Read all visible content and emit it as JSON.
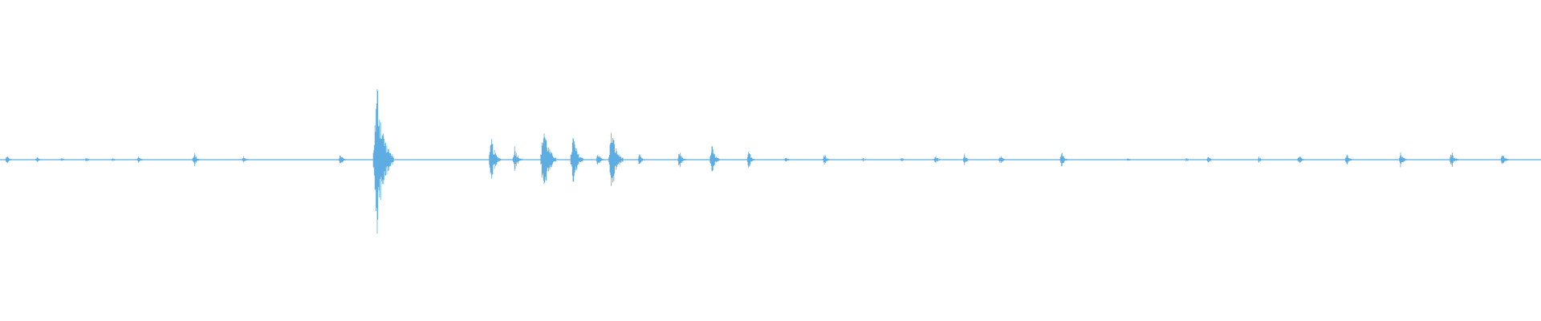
{
  "waveform": {
    "color": "#5dade2",
    "background": "#ffffff",
    "duration_fraction_axis": "0-1",
    "bursts": [
      {
        "t": 0.0045,
        "amp": 0.06
      },
      {
        "t": 0.024,
        "amp": 0.04
      },
      {
        "t": 0.04,
        "amp": 0.025
      },
      {
        "t": 0.056,
        "amp": 0.03
      },
      {
        "t": 0.073,
        "amp": 0.02
      },
      {
        "t": 0.09,
        "amp": 0.05
      },
      {
        "t": 0.126,
        "amp": 0.1
      },
      {
        "t": 0.158,
        "amp": 0.05
      },
      {
        "t": 0.221,
        "amp": 0.08
      },
      {
        "t": 0.245,
        "amp": 1.0
      },
      {
        "t": 0.319,
        "amp": 0.28
      },
      {
        "t": 0.334,
        "amp": 0.18
      },
      {
        "t": 0.353,
        "amp": 0.48
      },
      {
        "t": 0.372,
        "amp": 0.33
      },
      {
        "t": 0.388,
        "amp": 0.1
      },
      {
        "t": 0.397,
        "amp": 0.42
      },
      {
        "t": 0.415,
        "amp": 0.07
      },
      {
        "t": 0.441,
        "amp": 0.12
      },
      {
        "t": 0.462,
        "amp": 0.19
      },
      {
        "t": 0.486,
        "amp": 0.12
      },
      {
        "t": 0.51,
        "amp": 0.04
      },
      {
        "t": 0.535,
        "amp": 0.08
      },
      {
        "t": 0.56,
        "amp": 0.03
      },
      {
        "t": 0.585,
        "amp": 0.03
      },
      {
        "t": 0.607,
        "amp": 0.06
      },
      {
        "t": 0.626,
        "amp": 0.08
      },
      {
        "t": 0.649,
        "amp": 0.07
      },
      {
        "t": 0.689,
        "amp": 0.1
      },
      {
        "t": 0.732,
        "amp": 0.03
      },
      {
        "t": 0.77,
        "amp": 0.03
      },
      {
        "t": 0.784,
        "amp": 0.05
      },
      {
        "t": 0.817,
        "amp": 0.04
      },
      {
        "t": 0.843,
        "amp": 0.08
      },
      {
        "t": 0.874,
        "amp": 0.08
      },
      {
        "t": 0.909,
        "amp": 0.1
      },
      {
        "t": 0.942,
        "amp": 0.12
      },
      {
        "t": 0.975,
        "amp": 0.1
      }
    ]
  }
}
